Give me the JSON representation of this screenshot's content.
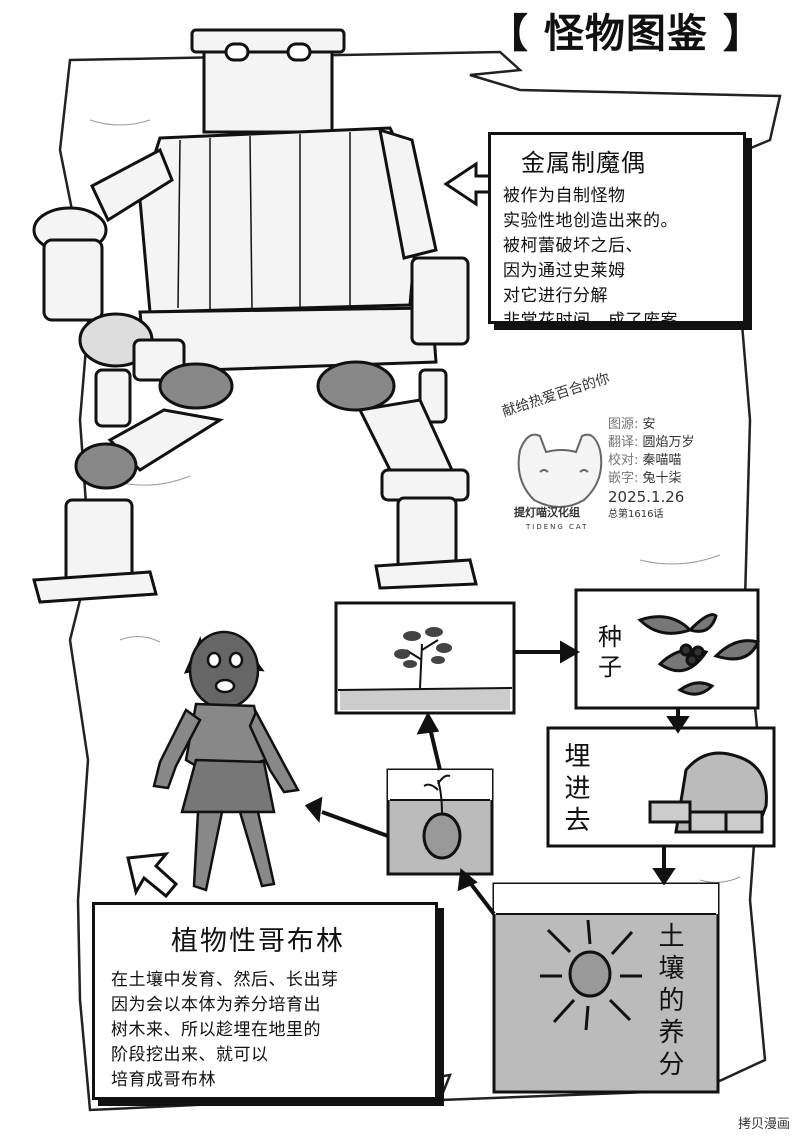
{
  "page_title": "【 怪物图鉴 】",
  "golem": {
    "name": "金属制魔偶",
    "lines": [
      "被作为自制怪物",
      "实验性地创造出来的。",
      "被柯蕾破坏之后、",
      "因为通过史莱姆",
      "对它进行分解",
      "非常花时间、成了废案。"
    ]
  },
  "goblin": {
    "name": "植物性哥布林",
    "lines": [
      "在土壤中发育、然后、长出芽",
      "因为会以本体为养分培育出",
      "树木来、所以趁埋在地里的",
      "阶段挖出来、就可以",
      "培育成哥布林"
    ]
  },
  "cycle_labels": {
    "seed": "种子",
    "bury": "埋进去",
    "nutrient": "土壤的养分"
  },
  "credits": {
    "dedication": "献给热爱百合的你",
    "group": "提灯喵汉化组",
    "group_en": "TIDENG CAT",
    "rows": [
      {
        "k": "图源:",
        "v": "安"
      },
      {
        "k": "翻译:",
        "v": "圆焰万岁"
      },
      {
        "k": "校对:",
        "v": "秦喵喵"
      },
      {
        "k": "嵌字:",
        "v": "兔十柒"
      }
    ],
    "date": "2025.1.26",
    "issue": "总第1616话"
  },
  "watermark": "拷贝漫画"
}
